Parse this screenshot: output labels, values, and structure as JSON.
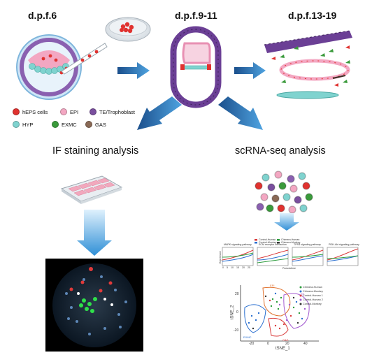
{
  "stages": {
    "stage1": "d.p.f.6",
    "stage2": "d.p.f.9-11",
    "stage3": "d.p.f.13-19"
  },
  "legend": [
    {
      "label": "hEPS cells",
      "color": "#e0322f"
    },
    {
      "label": "EPI",
      "color": "#f3a7c2"
    },
    {
      "label": "TE/Trophoblast",
      "color": "#7a4f9e"
    },
    {
      "label": "HYP",
      "color": "#7fd3cf"
    },
    {
      "label": "EXMC",
      "color": "#3a9a3b"
    },
    {
      "label": "GAS",
      "color": "#8a6a56"
    }
  ],
  "sections": {
    "if_title": "IF  staining  analysis",
    "scrna_title": "scRNA-seq analysis"
  },
  "line_panels": {
    "titles": [
      "MAPK signaling pathway",
      "ECM receptor interaction",
      "TPR3 signaling pathway",
      "PI3K-Akt signaling pathway"
    ],
    "legend": [
      "Control-Human",
      "Chimera-Human",
      "Control-Monkey",
      "Chimera-Monkey"
    ],
    "ylabel": "Expression",
    "xlabel": "Pseudotime",
    "ticks": [
      "0",
      "5",
      "10",
      "15",
      "20",
      "25"
    ]
  },
  "tsne": {
    "xlabel": "tSNE_1",
    "ylabel": "tSNE_2",
    "xticks": [
      "-20",
      "0",
      "20",
      "40"
    ],
    "yticks": [
      "20",
      "0",
      "-20"
    ],
    "legend": [
      "Chimera-Human",
      "Chimera-Monkey",
      "Control-Human 1",
      "Control-Human 2",
      "Control-Monkey"
    ],
    "cluster_labels": [
      "EPI",
      "TE",
      "EXMC",
      "GAS"
    ]
  }
}
